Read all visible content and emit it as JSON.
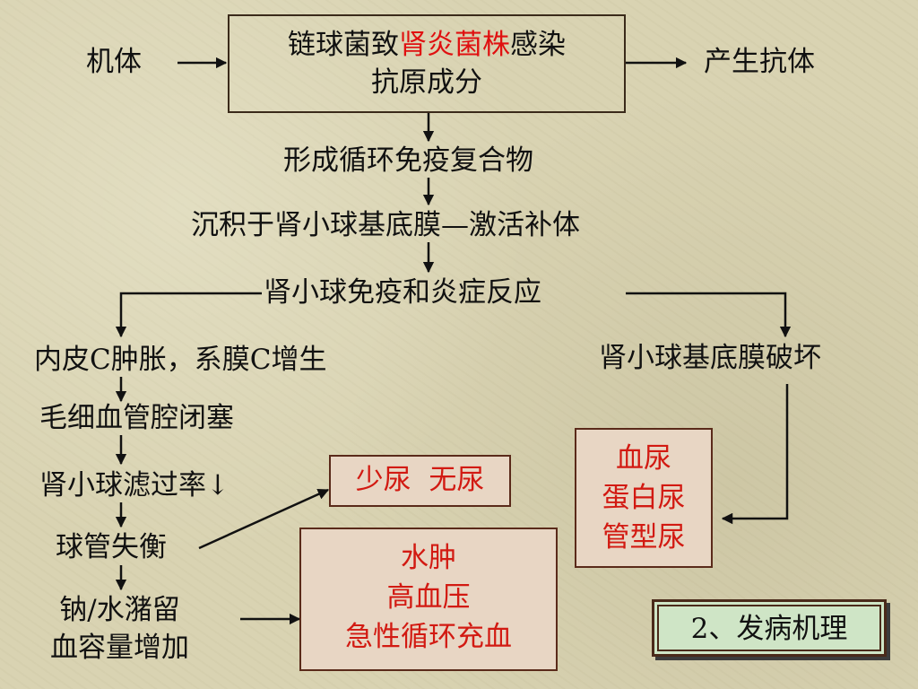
{
  "nodes": {
    "organism": "机体",
    "strain_line1_prefix": "链球菌致",
    "strain_line1_highlight": "肾炎菌株",
    "strain_line1_suffix": "感染",
    "strain_line2": "抗原成分",
    "antibody": "产生抗体",
    "immune_complex": "形成循环免疫复合物",
    "deposit": "沉积于肾小球基底膜—激活补体",
    "inflammation": "肾小球免疫和炎症反应",
    "swelling": "内皮C肿胀，系膜C增生",
    "gbm_damage": "肾小球基底膜破坏",
    "capillary_occlusion": "毛细血管腔闭塞",
    "gfr_drop": "肾小球滤过率↓",
    "imbalance": "球管失衡",
    "retention_line1": "钠/水潴留",
    "retention_line2": "血容量增加"
  },
  "outcomes": {
    "oliguria": "少尿  无尿",
    "urine": [
      "血尿",
      "蛋白尿",
      "管型尿"
    ],
    "edema": [
      "水肿",
      "高血压",
      "急性循环充血"
    ]
  },
  "section_label": "2、发病机理",
  "colors": {
    "highlight_red": "#e01010",
    "outcome_text": "#d21a12",
    "outcome_fill": "#e8d6c4",
    "badge_fill": "#cfe5c6"
  }
}
